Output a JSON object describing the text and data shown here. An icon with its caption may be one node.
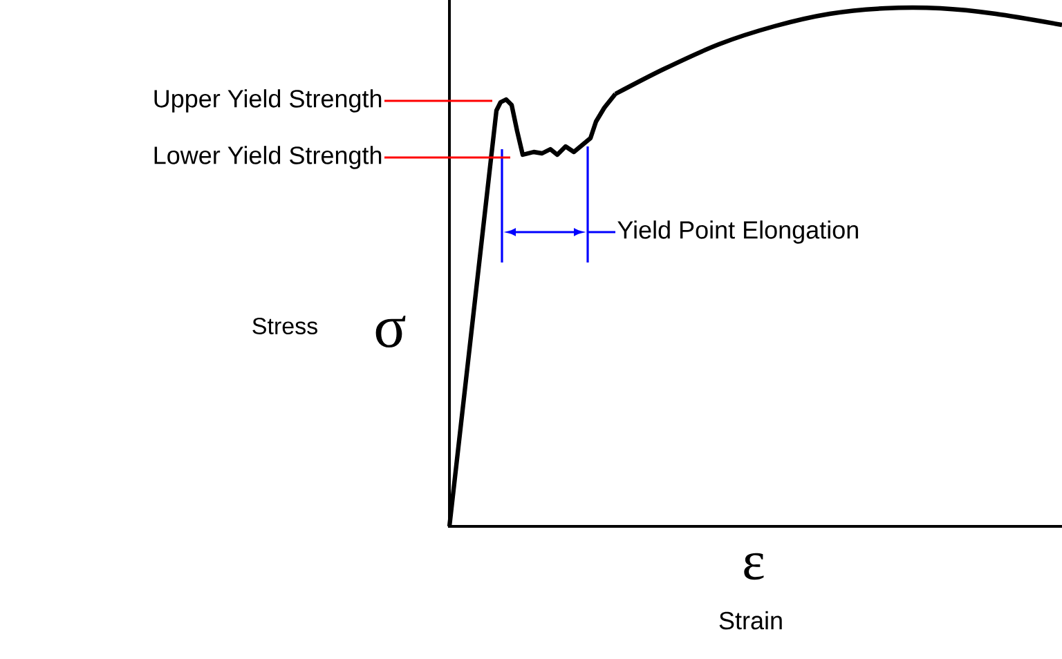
{
  "diagram": {
    "nodes": [
      {
        "text": [
          "Upper Yield Strength"
        ]
      },
      {
        "text": [
          "Lower Yield Strength"
        ]
      },
      {
        "text": [
          "Yield Point Elongation"
        ]
      }
    ],
    "edges": [
      {
        "from": 0,
        "to": null,
        "arrow": "none",
        "color": "#ff0000"
      },
      {
        "from": 1,
        "to": null,
        "arrow": "none",
        "color": "#ff0000"
      },
      {
        "from": 2,
        "to": null,
        "arrow": "none",
        "color": "#0000ff"
      }
    ],
    "labels": [
      "Stress",
      "σ",
      "ε",
      "Strain"
    ]
  }
}
